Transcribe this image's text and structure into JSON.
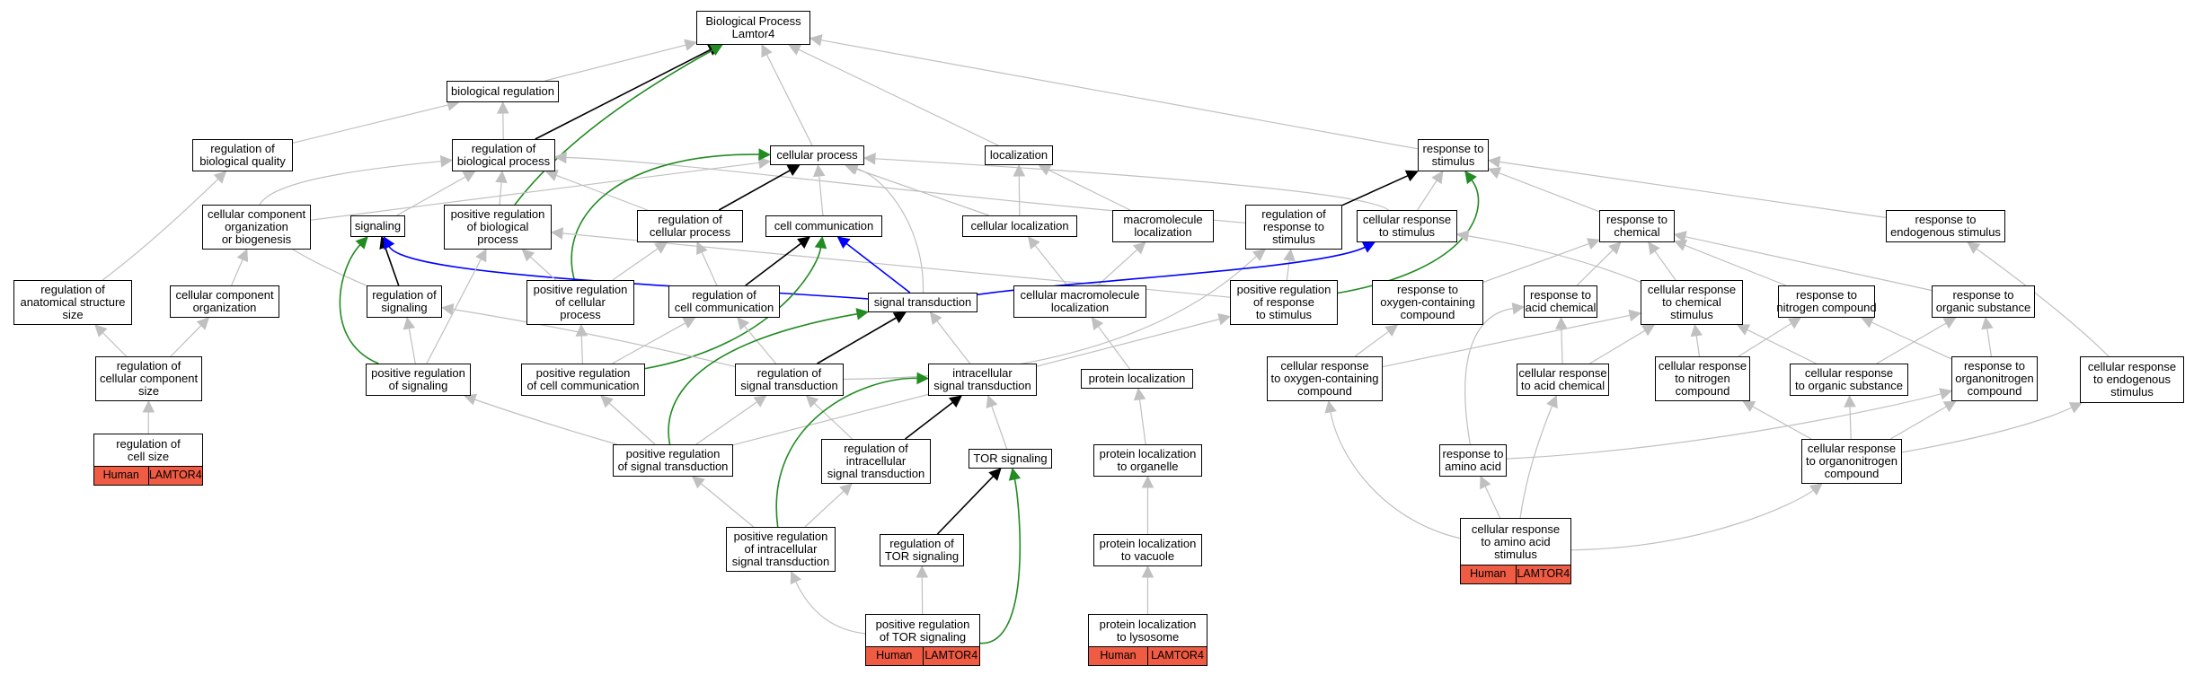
{
  "colors": {
    "grey": "#c0c0c0",
    "black": "#000000",
    "green": "#228b22",
    "blue": "#0000ff",
    "tag_fill": "#ef5b43"
  },
  "nodes": [
    {
      "id": "bp",
      "lines": [
        "Biological Process",
        "Lamtor4"
      ]
    },
    {
      "id": "bioreg",
      "lines": [
        "biological regulation"
      ]
    },
    {
      "id": "regbq",
      "lines": [
        "regulation of",
        "biological quality"
      ]
    },
    {
      "id": "regbp",
      "lines": [
        "regulation of",
        "biological process"
      ]
    },
    {
      "id": "cellproc",
      "lines": [
        "cellular process"
      ]
    },
    {
      "id": "loc",
      "lines": [
        "localization"
      ]
    },
    {
      "id": "resp",
      "lines": [
        "response to",
        "stimulus"
      ]
    },
    {
      "id": "ccob",
      "lines": [
        "cellular component",
        "organization",
        "or biogenesis"
      ]
    },
    {
      "id": "signaling",
      "lines": [
        "signaling"
      ]
    },
    {
      "id": "posregbp",
      "lines": [
        "positive regulation",
        "of biological",
        "process"
      ]
    },
    {
      "id": "regcp",
      "lines": [
        "regulation of",
        "cellular process"
      ]
    },
    {
      "id": "cellcomm",
      "lines": [
        "cell communication"
      ]
    },
    {
      "id": "cellloc",
      "lines": [
        "cellular localization"
      ]
    },
    {
      "id": "macloc",
      "lines": [
        "macromolecule",
        "localization"
      ]
    },
    {
      "id": "regresp",
      "lines": [
        "regulation of",
        "response to",
        "stimulus"
      ]
    },
    {
      "id": "cellresp",
      "lines": [
        "cellular response",
        "to stimulus"
      ]
    },
    {
      "id": "respchem",
      "lines": [
        "response to",
        "chemical"
      ]
    },
    {
      "id": "respendo",
      "lines": [
        "response to",
        "endogenous stimulus"
      ]
    },
    {
      "id": "regas",
      "lines": [
        "regulation of",
        "anatomical structure",
        "size"
      ]
    },
    {
      "id": "cco",
      "lines": [
        "cellular component",
        "organization"
      ]
    },
    {
      "id": "regsig",
      "lines": [
        "regulation of",
        "signaling"
      ]
    },
    {
      "id": "posregcp",
      "lines": [
        "positive regulation",
        "of cellular",
        "process"
      ]
    },
    {
      "id": "regcc",
      "lines": [
        "regulation of",
        "cell communication"
      ]
    },
    {
      "id": "sigtrans",
      "lines": [
        "signal transduction"
      ]
    },
    {
      "id": "cmacloc",
      "lines": [
        "cellular macromolecule",
        "localization"
      ]
    },
    {
      "id": "posregresp",
      "lines": [
        "positive regulation",
        "of response",
        "to stimulus"
      ]
    },
    {
      "id": "respoxy",
      "lines": [
        "response to",
        "oxygen-containing",
        "compound"
      ]
    },
    {
      "id": "respacid",
      "lines": [
        "response to",
        "acid chemical"
      ]
    },
    {
      "id": "cellrespchem",
      "lines": [
        "cellular response",
        "to chemical",
        "stimulus"
      ]
    },
    {
      "id": "respnitro",
      "lines": [
        "response to",
        "nitrogen compound"
      ]
    },
    {
      "id": "resporg",
      "lines": [
        "response to",
        "organic substance"
      ]
    },
    {
      "id": "cellrespendo",
      "lines": [
        "cellular response",
        "to endogenous",
        "stimulus"
      ]
    },
    {
      "id": "regccs",
      "lines": [
        "regulation of",
        "cellular component",
        "size"
      ]
    },
    {
      "id": "posregsig",
      "lines": [
        "positive regulation",
        "of signaling"
      ]
    },
    {
      "id": "posregcc",
      "lines": [
        "positive regulation",
        "of cell communication"
      ]
    },
    {
      "id": "regst",
      "lines": [
        "regulation of",
        "signal transduction"
      ]
    },
    {
      "id": "intrasig",
      "lines": [
        "intracellular",
        "signal transduction"
      ]
    },
    {
      "id": "protloc",
      "lines": [
        "protein localization"
      ]
    },
    {
      "id": "cellrespoxy",
      "lines": [
        "cellular response",
        "to oxygen-containing",
        "compound"
      ]
    },
    {
      "id": "cellrespacid",
      "lines": [
        "cellular response",
        "to acid chemical"
      ]
    },
    {
      "id": "cellrespnitro",
      "lines": [
        "cellular response",
        "to nitrogen",
        "compound"
      ]
    },
    {
      "id": "cellresporg",
      "lines": [
        "cellular response",
        "to organic substance"
      ]
    },
    {
      "id": "resporgnitro",
      "lines": [
        "response to",
        "organonitrogen",
        "compound"
      ]
    },
    {
      "id": "regcs",
      "lines": [
        "regulation of",
        "cell size"
      ],
      "tags": [
        "Human",
        "LAMTOR4"
      ]
    },
    {
      "id": "posregst",
      "lines": [
        "positive regulation",
        "of signal transduction"
      ]
    },
    {
      "id": "regis",
      "lines": [
        "regulation of",
        "intracellular",
        "signal transduction"
      ]
    },
    {
      "id": "torsig",
      "lines": [
        "TOR signaling"
      ]
    },
    {
      "id": "protlocorg",
      "lines": [
        "protein localization",
        "to organelle"
      ]
    },
    {
      "id": "respaa",
      "lines": [
        "response to",
        "amino acid"
      ]
    },
    {
      "id": "cellresporgnitro",
      "lines": [
        "cellular response",
        "to organonitrogen",
        "compound"
      ]
    },
    {
      "id": "posregis",
      "lines": [
        "positive regulation",
        "of intracellular",
        "signal transduction"
      ]
    },
    {
      "id": "regtor",
      "lines": [
        "regulation of",
        "TOR signaling"
      ]
    },
    {
      "id": "protlocvac",
      "lines": [
        "protein localization",
        "to vacuole"
      ]
    },
    {
      "id": "cellrespaa",
      "lines": [
        "cellular response",
        "to amino acid",
        "stimulus"
      ],
      "tags": [
        "Human",
        "LAMTOR4"
      ]
    },
    {
      "id": "posregtor",
      "lines": [
        "positive regulation",
        "of TOR signaling"
      ],
      "tags": [
        "Human",
        "LAMTOR4"
      ]
    },
    {
      "id": "protloclys",
      "lines": [
        "protein localization",
        "to lysosome"
      ],
      "tags": [
        "Human",
        "LAMTOR4"
      ]
    }
  ],
  "edges": [
    {
      "from": "bioreg",
      "to": "bp",
      "color": "grey"
    },
    {
      "from": "regbp",
      "to": "bp",
      "color": "black"
    },
    {
      "from": "posregbp",
      "to": "bp",
      "color": "green"
    },
    {
      "from": "cellproc",
      "to": "bp",
      "color": "grey"
    },
    {
      "from": "loc",
      "to": "bp",
      "color": "grey"
    },
    {
      "from": "resp",
      "to": "bp",
      "color": "grey"
    },
    {
      "from": "regbq",
      "to": "bioreg",
      "color": "grey"
    },
    {
      "from": "regbp",
      "to": "bioreg",
      "color": "grey"
    },
    {
      "from": "regas",
      "to": "regbq",
      "color": "grey"
    },
    {
      "from": "ccob",
      "to": "cellproc",
      "color": "grey"
    },
    {
      "from": "signaling",
      "to": "regbp",
      "color": "grey"
    },
    {
      "from": "posregbp",
      "to": "regbp",
      "color": "grey"
    },
    {
      "from": "regcp",
      "to": "regbp",
      "color": "grey"
    },
    {
      "from": "regsig",
      "to": "regbp",
      "color": "grey"
    },
    {
      "from": "regresp",
      "to": "regbp",
      "color": "grey"
    },
    {
      "from": "regcp",
      "to": "cellproc",
      "color": "black"
    },
    {
      "from": "cellcomm",
      "to": "cellproc",
      "color": "grey"
    },
    {
      "from": "cellloc",
      "to": "cellproc",
      "color": "grey"
    },
    {
      "from": "cellresp",
      "to": "cellproc",
      "color": "grey"
    },
    {
      "from": "sigtrans",
      "to": "cellproc",
      "color": "grey"
    },
    {
      "from": "posregcp",
      "to": "cellproc",
      "color": "green"
    },
    {
      "from": "cellloc",
      "to": "loc",
      "color": "grey"
    },
    {
      "from": "macloc",
      "to": "loc",
      "color": "grey"
    },
    {
      "from": "regresp",
      "to": "resp",
      "color": "black"
    },
    {
      "from": "cellresp",
      "to": "resp",
      "color": "grey"
    },
    {
      "from": "respchem",
      "to": "resp",
      "color": "grey"
    },
    {
      "from": "respendo",
      "to": "resp",
      "color": "grey"
    },
    {
      "from": "posregresp",
      "to": "resp",
      "color": "green"
    },
    {
      "from": "cco",
      "to": "ccob",
      "color": "grey"
    },
    {
      "from": "regsig",
      "to": "signaling",
      "color": "black"
    },
    {
      "from": "posregsig",
      "to": "signaling",
      "color": "green"
    },
    {
      "from": "sigtrans",
      "to": "signaling",
      "color": "blue"
    },
    {
      "from": "posregcp",
      "to": "posregbp",
      "color": "grey"
    },
    {
      "from": "posregsig",
      "to": "posregbp",
      "color": "grey"
    },
    {
      "from": "posregresp",
      "to": "posregbp",
      "color": "grey"
    },
    {
      "from": "posregcp",
      "to": "regcp",
      "color": "grey"
    },
    {
      "from": "regcc",
      "to": "regcp",
      "color": "grey"
    },
    {
      "from": "regcc",
      "to": "cellcomm",
      "color": "black"
    },
    {
      "from": "sigtrans",
      "to": "cellcomm",
      "color": "blue"
    },
    {
      "from": "posregcc",
      "to": "cellcomm",
      "color": "green"
    },
    {
      "from": "cmacloc",
      "to": "cellloc",
      "color": "grey"
    },
    {
      "from": "cmacloc",
      "to": "macloc",
      "color": "grey"
    },
    {
      "from": "posregresp",
      "to": "regresp",
      "color": "grey"
    },
    {
      "from": "regst",
      "to": "regresp",
      "color": "grey"
    },
    {
      "from": "sigtrans",
      "to": "cellresp",
      "color": "blue"
    },
    {
      "from": "cellrespchem",
      "to": "cellresp",
      "color": "grey"
    },
    {
      "from": "respoxy",
      "to": "respchem",
      "color": "grey"
    },
    {
      "from": "respacid",
      "to": "respchem",
      "color": "grey"
    },
    {
      "from": "cellrespchem",
      "to": "respchem",
      "color": "grey"
    },
    {
      "from": "respnitro",
      "to": "respchem",
      "color": "grey"
    },
    {
      "from": "resporg",
      "to": "respchem",
      "color": "grey"
    },
    {
      "from": "cellrespendo",
      "to": "respendo",
      "color": "grey"
    },
    {
      "from": "regccs",
      "to": "regas",
      "color": "grey"
    },
    {
      "from": "regccs",
      "to": "cco",
      "color": "grey"
    },
    {
      "from": "posregsig",
      "to": "regsig",
      "color": "grey"
    },
    {
      "from": "regst",
      "to": "regsig",
      "color": "grey"
    },
    {
      "from": "posregcc",
      "to": "regcc",
      "color": "grey"
    },
    {
      "from": "regst",
      "to": "regcc",
      "color": "grey"
    },
    {
      "from": "posregcc",
      "to": "posregcp",
      "color": "grey"
    },
    {
      "from": "regst",
      "to": "sigtrans",
      "color": "black"
    },
    {
      "from": "intrasig",
      "to": "sigtrans",
      "color": "grey"
    },
    {
      "from": "posregst",
      "to": "sigtrans",
      "color": "green"
    },
    {
      "from": "protloc",
      "to": "cmacloc",
      "color": "grey"
    },
    {
      "from": "posregst",
      "to": "posregresp",
      "color": "grey"
    },
    {
      "from": "cellrespoxy",
      "to": "respoxy",
      "color": "grey"
    },
    {
      "from": "respaa",
      "to": "respacid",
      "color": "grey"
    },
    {
      "from": "cellrespacid",
      "to": "respacid",
      "color": "grey"
    },
    {
      "from": "cellrespoxy",
      "to": "cellrespchem",
      "color": "grey"
    },
    {
      "from": "cellrespacid",
      "to": "cellrespchem",
      "color": "grey"
    },
    {
      "from": "cellrespnitro",
      "to": "cellrespchem",
      "color": "grey"
    },
    {
      "from": "cellresporg",
      "to": "cellrespchem",
      "color": "grey"
    },
    {
      "from": "cellrespnitro",
      "to": "respnitro",
      "color": "grey"
    },
    {
      "from": "resporgnitro",
      "to": "respnitro",
      "color": "grey"
    },
    {
      "from": "cellresporg",
      "to": "resporg",
      "color": "grey"
    },
    {
      "from": "resporgnitro",
      "to": "resporg",
      "color": "grey"
    },
    {
      "from": "cellresporgnitro",
      "to": "cellrespendo",
      "color": "grey"
    },
    {
      "from": "regcs",
      "to": "regccs",
      "color": "grey"
    },
    {
      "from": "posregst",
      "to": "posregsig",
      "color": "grey"
    },
    {
      "from": "posregst",
      "to": "posregcc",
      "color": "grey"
    },
    {
      "from": "posregst",
      "to": "regst",
      "color": "grey"
    },
    {
      "from": "regis",
      "to": "regst",
      "color": "grey"
    },
    {
      "from": "regis",
      "to": "intrasig",
      "color": "black"
    },
    {
      "from": "torsig",
      "to": "intrasig",
      "color": "grey"
    },
    {
      "from": "posregis",
      "to": "intrasig",
      "color": "green"
    },
    {
      "from": "protlocorg",
      "to": "protloc",
      "color": "grey"
    },
    {
      "from": "cellresporgnitro",
      "to": "cellrespnitro",
      "color": "grey"
    },
    {
      "from": "cellresporgnitro",
      "to": "cellresporg",
      "color": "grey"
    },
    {
      "from": "cellresporgnitro",
      "to": "resporgnitro",
      "color": "grey"
    },
    {
      "from": "respaa",
      "to": "resporgnitro",
      "color": "grey"
    },
    {
      "from": "posregis",
      "to": "posregst",
      "color": "grey"
    },
    {
      "from": "posregis",
      "to": "regis",
      "color": "grey"
    },
    {
      "from": "regtor",
      "to": "torsig",
      "color": "black"
    },
    {
      "from": "posregtor",
      "to": "torsig",
      "color": "green"
    },
    {
      "from": "protlocvac",
      "to": "protlocorg",
      "color": "grey"
    },
    {
      "from": "cellrespaa",
      "to": "respaa",
      "color": "grey"
    },
    {
      "from": "cellrespaa",
      "to": "cellrespacid",
      "color": "grey"
    },
    {
      "from": "cellrespaa",
      "to": "cellresporgnitro",
      "color": "grey"
    },
    {
      "from": "cellrespaa",
      "to": "cellrespoxy",
      "color": "grey"
    },
    {
      "from": "posregtor",
      "to": "posregis",
      "color": "grey"
    },
    {
      "from": "posregtor",
      "to": "regtor",
      "color": "grey"
    },
    {
      "from": "protloclys",
      "to": "protlocvac",
      "color": "grey"
    }
  ]
}
